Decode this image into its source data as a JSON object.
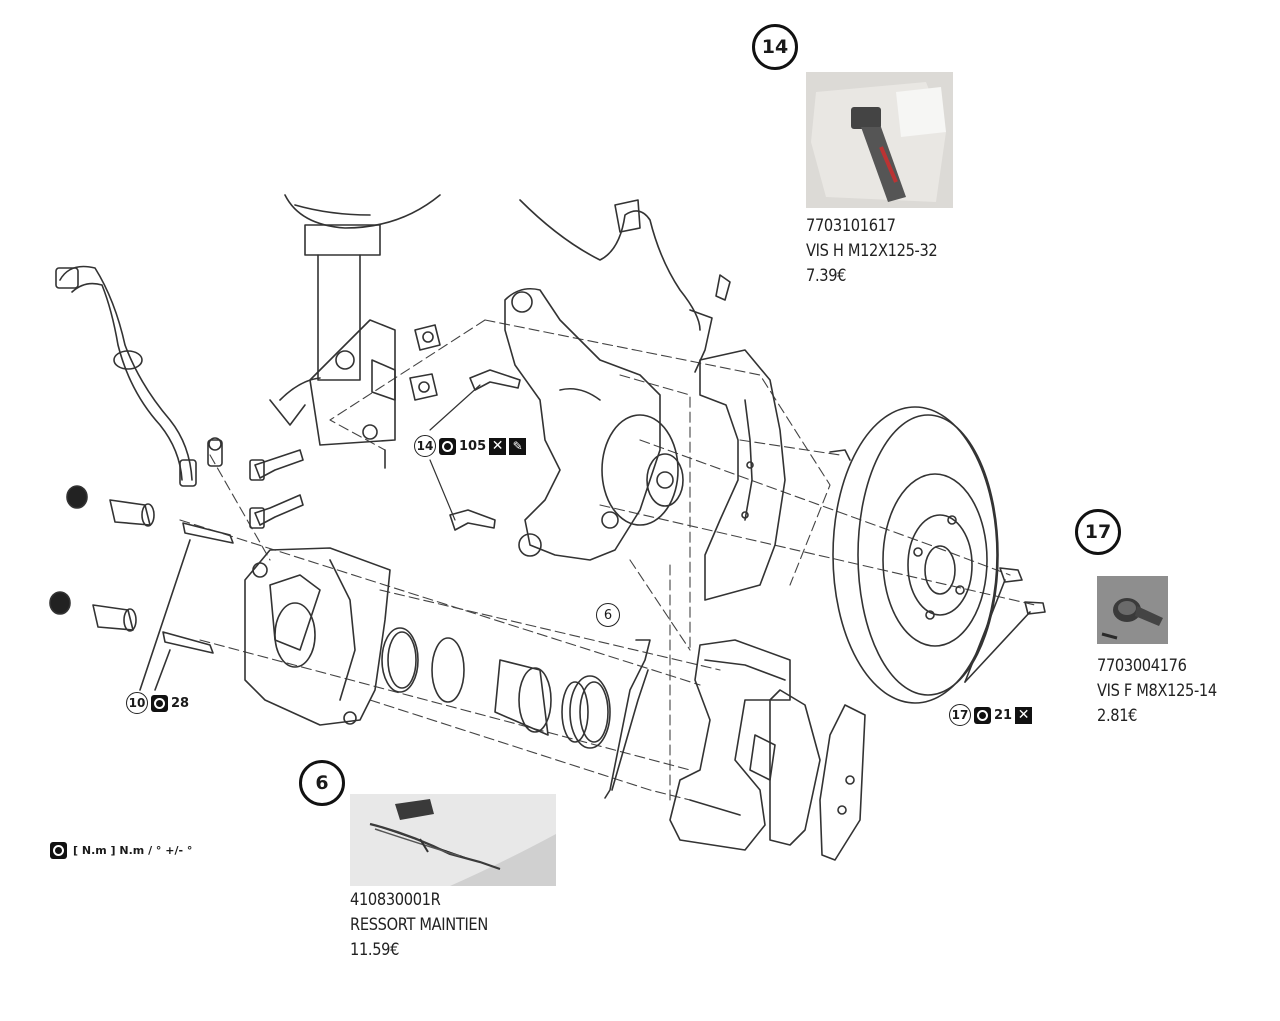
{
  "parts": [
    {
      "callout": "14",
      "reference": "7703101617",
      "name": "VIS H M12X125-32",
      "price": "7.39€"
    },
    {
      "callout": "17",
      "reference": "7703004176",
      "name": "VIS F M8X125-14",
      "price": "2.81€"
    },
    {
      "callout": "6",
      "reference": "410830001R",
      "name": "RESSORT MAINTIEN",
      "price": "11.59€"
    }
  ],
  "badges": [
    {
      "number": "14",
      "torque": "105"
    },
    {
      "number": "10",
      "torque": "28"
    },
    {
      "number": "17",
      "torque": "21"
    }
  ],
  "ref_label": "6",
  "legend": {
    "text": "[ N.m ] N.m / ° +/- °"
  },
  "icons": {
    "torque": "torque-wrench-icon",
    "replace": "replace-part-icon",
    "lubricate": "lubricate-icon"
  }
}
